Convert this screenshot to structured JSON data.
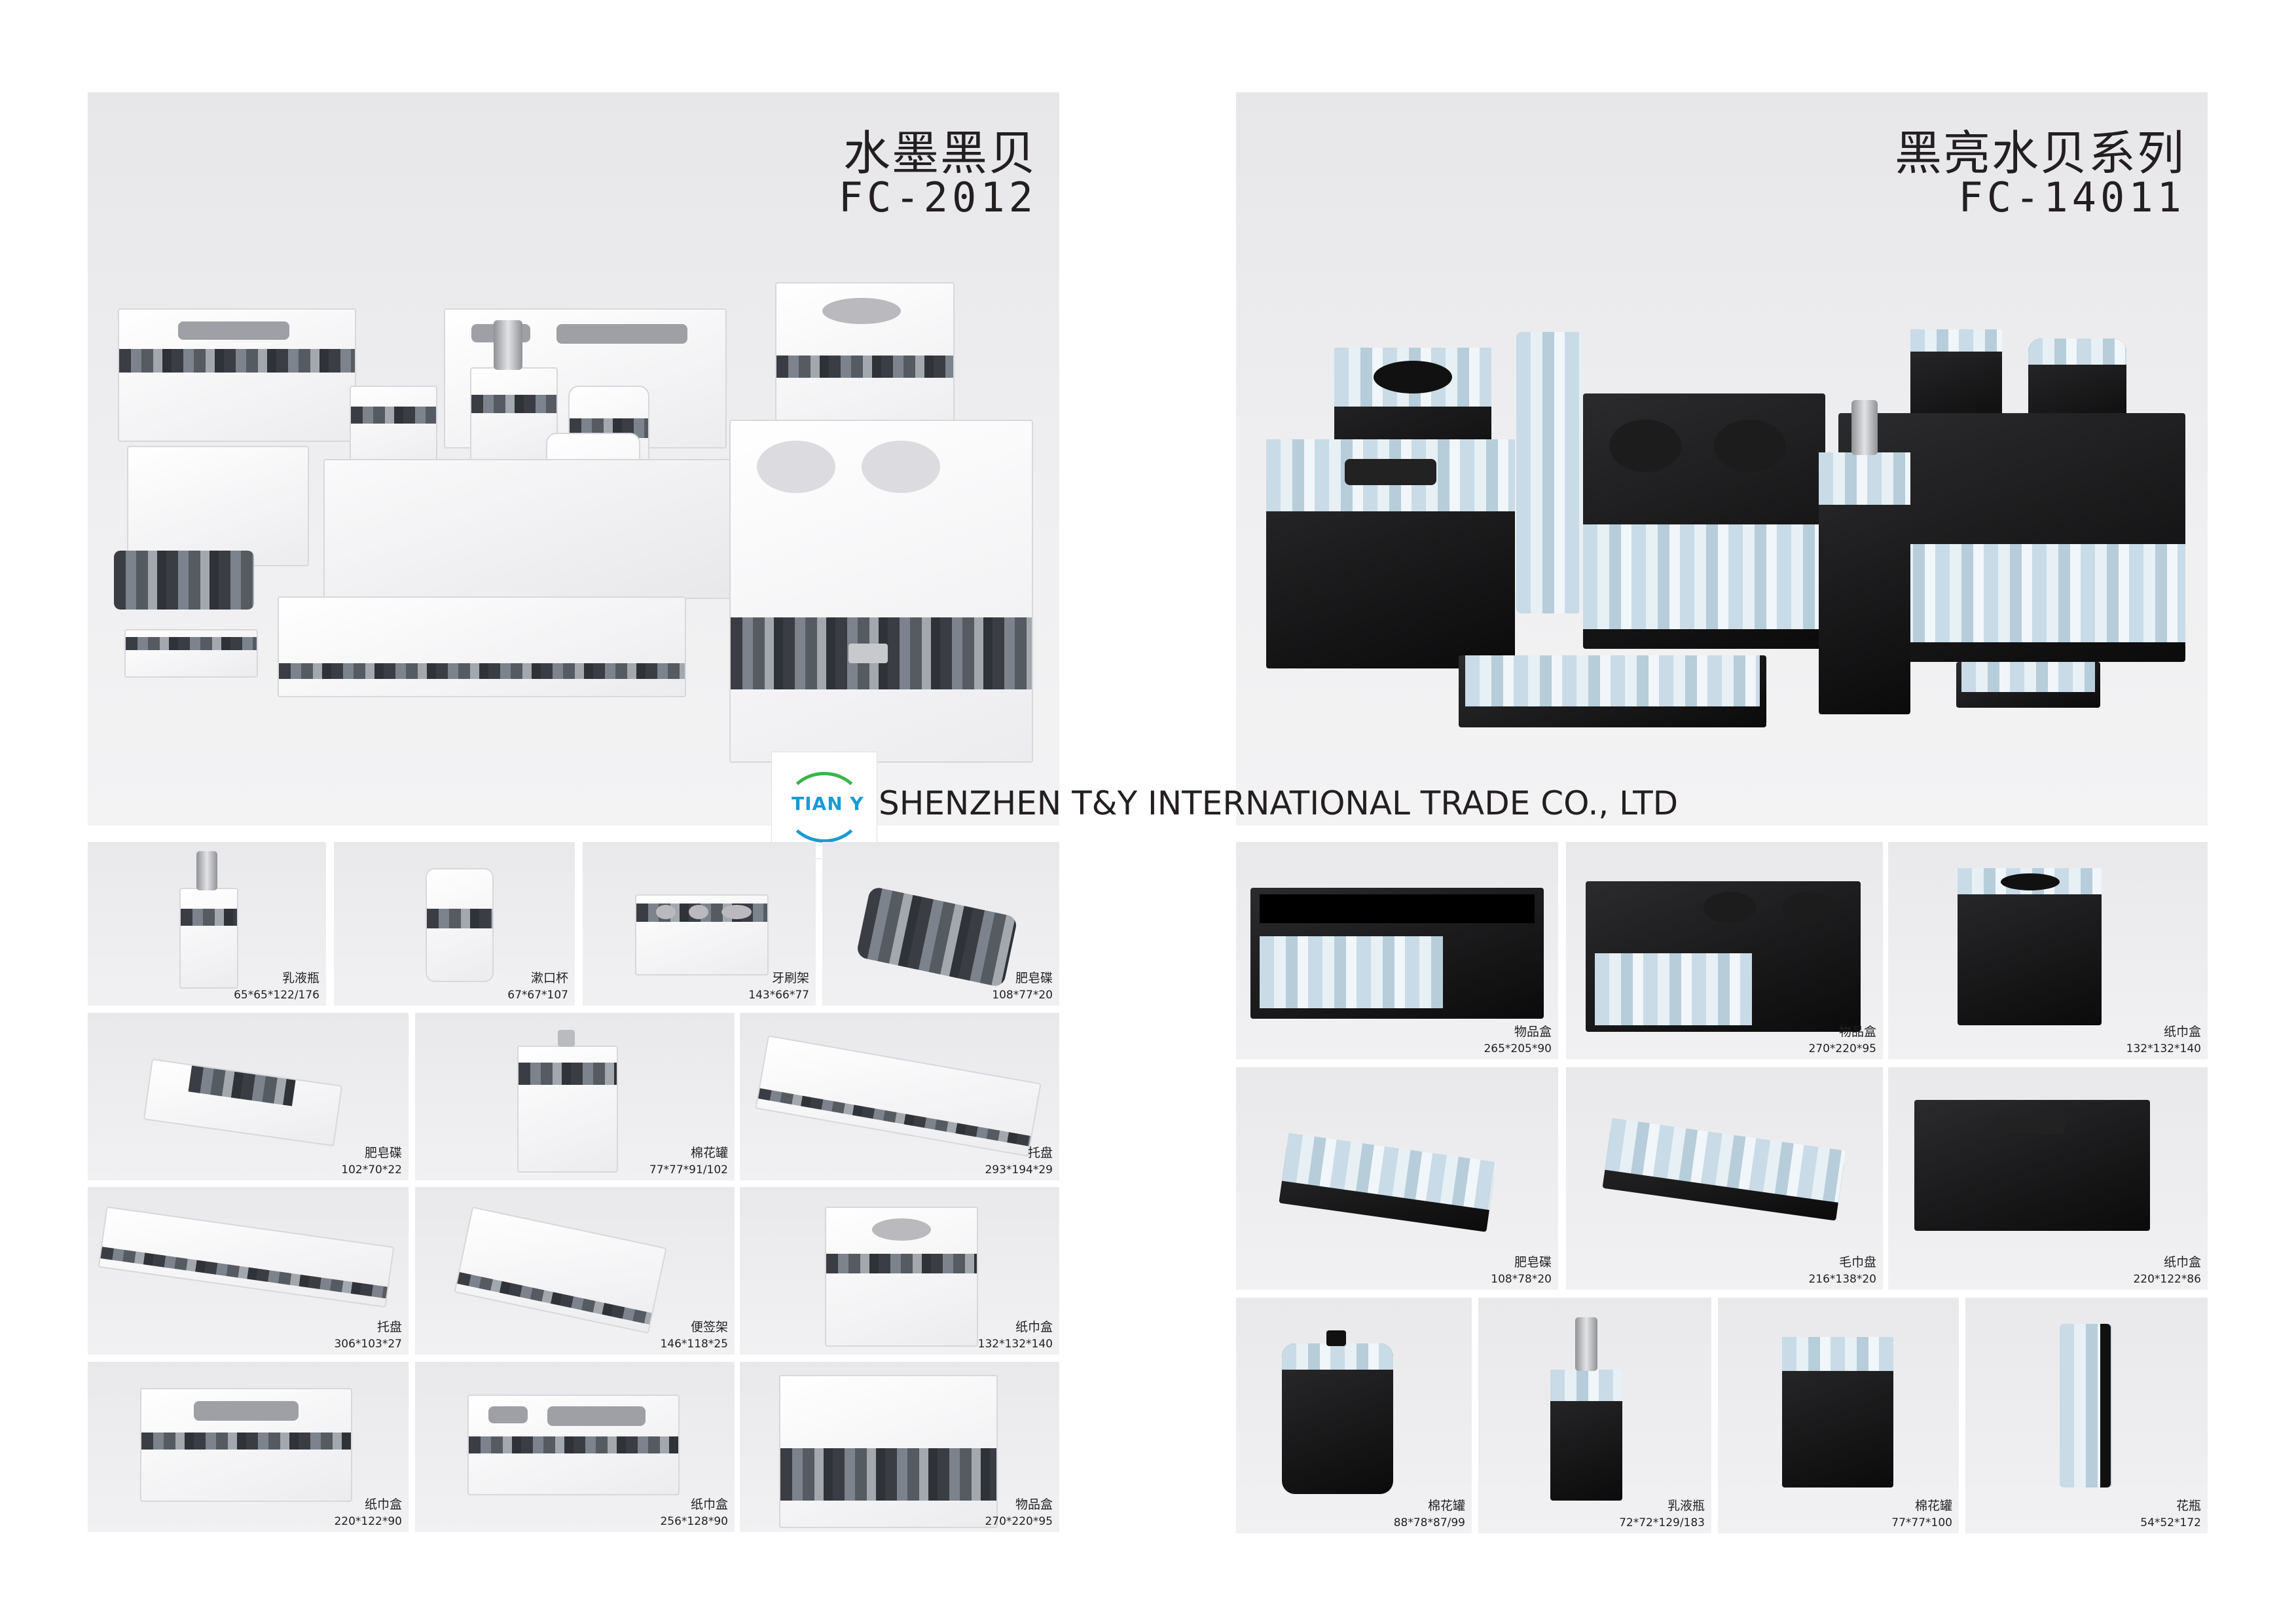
{
  "company": {
    "logo_text": "TIAN Y",
    "name": "SHENZHEN T&Y INTERNATIONAL TRADE CO., LTD"
  },
  "left_series": {
    "title_cn": "水墨黑贝",
    "code": "FC-2012",
    "items": [
      {
        "name": "乳液瓶",
        "size": "65*65*122/176"
      },
      {
        "name": "漱口杯",
        "size": "67*67*107"
      },
      {
        "name": "牙刷架",
        "size": "143*66*77"
      },
      {
        "name": "肥皂碟",
        "size": "108*77*20"
      },
      {
        "name": "肥皂碟",
        "size": "102*70*22"
      },
      {
        "name": "棉花罐",
        "size": "77*77*91/102"
      },
      {
        "name": "托盘",
        "size": "293*194*29"
      },
      {
        "name": "托盘",
        "size": "306*103*27"
      },
      {
        "name": "便签架",
        "size": "146*118*25"
      },
      {
        "name": "纸巾盒",
        "size": "132*132*140"
      },
      {
        "name": "纸巾盒",
        "size": "220*122*90"
      },
      {
        "name": "纸巾盒",
        "size": "256*128*90"
      },
      {
        "name": "物品盒",
        "size": "270*220*95"
      }
    ]
  },
  "right_series": {
    "title_cn": "黑亮水贝系列",
    "code": "FC-14011",
    "items": [
      {
        "name": "物品盒",
        "size": "265*205*90"
      },
      {
        "name": "物品盒",
        "size": "270*220*95"
      },
      {
        "name": "纸巾盒",
        "size": "132*132*140"
      },
      {
        "name": "肥皂碟",
        "size": "108*78*20"
      },
      {
        "name": "毛巾盘",
        "size": "216*138*20"
      },
      {
        "name": "纸巾盒",
        "size": "220*122*86"
      },
      {
        "name": "棉花罐",
        "size": "88*78*87/99"
      },
      {
        "name": "乳液瓶",
        "size": "72*72*129/183"
      },
      {
        "name": "棉花罐",
        "size": "77*77*100"
      },
      {
        "name": "花瓶",
        "size": "54*52*172"
      }
    ]
  },
  "colors": {
    "text": "#231f20",
    "logo_blue": "#1a9ad6",
    "logo_green": "#39b54a",
    "photo_bg": "#ececee"
  }
}
